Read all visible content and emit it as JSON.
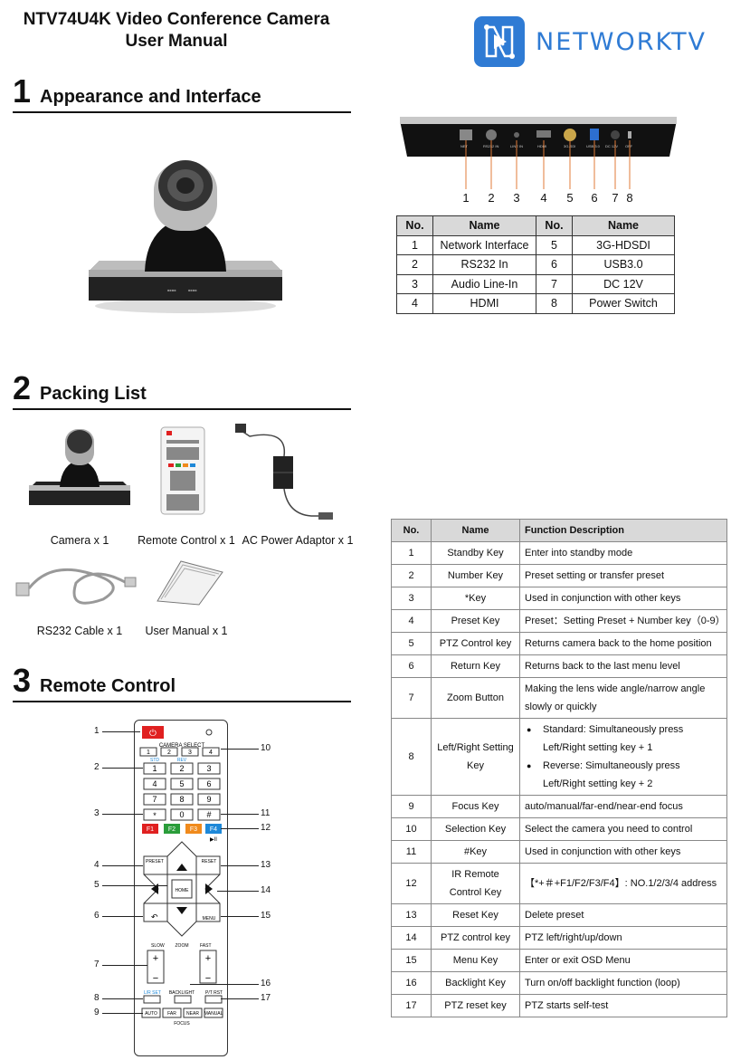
{
  "header": {
    "title_line1": "NTV74U4K Video Conference Camera",
    "title_line2": "User Manual",
    "logo_text": "NETWORKTV"
  },
  "sections": {
    "s1": {
      "num": "1",
      "title": "Appearance and Interface"
    },
    "s2": {
      "num": "2",
      "title": "Packing List"
    },
    "s3": {
      "num": "3",
      "title": "Remote Control"
    }
  },
  "rear_panel": {
    "port_labels": [
      "NET",
      "RS232 IN",
      "LINE IN",
      "HDMI",
      "3G-SDI",
      "USB 3.0",
      "DC 12V",
      "OFF"
    ],
    "callouts": [
      "1",
      "2",
      "3",
      "4",
      "5",
      "6",
      "7",
      "8"
    ]
  },
  "interface_table": {
    "headers": [
      "No.",
      "Name",
      "No.",
      "Name"
    ],
    "rows": [
      [
        "1",
        "Network Interface",
        "5",
        "3G-HDSDI"
      ],
      [
        "2",
        "RS232 In",
        "6",
        "USB3.0"
      ],
      [
        "3",
        "Audio Line-In",
        "7",
        "DC 12V"
      ],
      [
        "4",
        "HDMI",
        "8",
        "Power Switch"
      ]
    ]
  },
  "packing": {
    "camera": "Camera x 1",
    "remote": "Remote Control x 1",
    "adaptor": "AC Power Adaptor x 1",
    "cable": "RS232 Cable x 1",
    "manual": "User Manual x 1"
  },
  "function_table": {
    "headers": [
      "No.",
      "Name",
      "Function Description"
    ],
    "rows": [
      {
        "no": "1",
        "name": "Standby Key",
        "desc": "Enter into standby mode"
      },
      {
        "no": "2",
        "name": "Number Key",
        "desc": "Preset setting or transfer preset"
      },
      {
        "no": "3",
        "name": "*Key",
        "desc": "Used in conjunction with other keys"
      },
      {
        "no": "4",
        "name": "Preset Key",
        "desc": "Preset：Setting Preset + Number key（0-9）"
      },
      {
        "no": "5",
        "name": "PTZ Control key",
        "desc": "Returns camera back to the home position"
      },
      {
        "no": "6",
        "name": "Return Key",
        "desc": "Returns back to the last menu level"
      },
      {
        "no": "7",
        "name": "Zoom Button",
        "desc": "Making the lens wide angle/narrow angle slowly or quickly"
      },
      {
        "no": "8",
        "name": "Left/Right Setting Key",
        "bullets": [
          "Standard: Simultaneously press Left/Right setting key + 1",
          "Reverse: Simultaneously press Left/Right setting key + 2"
        ]
      },
      {
        "no": "9",
        "name": "Focus Key",
        "desc": "auto/manual/far-end/near-end focus"
      },
      {
        "no": "10",
        "name": "Selection Key",
        "desc": "Select the camera you need to control"
      },
      {
        "no": "11",
        "name": "#Key",
        "desc": "Used in conjunction with other keys"
      },
      {
        "no": "12",
        "name": "IR Remote Control Key",
        "desc": "【*+＃+F1/F2/F3/F4】: NO.1/2/3/4 address"
      },
      {
        "no": "13",
        "name": "Reset Key",
        "desc": "Delete preset"
      },
      {
        "no": "14",
        "name": "PTZ control key",
        "desc": "PTZ left/right/up/down"
      },
      {
        "no": "15",
        "name": "Menu Key",
        "desc": "Enter or exit OSD Menu"
      },
      {
        "no": "16",
        "name": "Backlight Key",
        "desc": "Turn on/off backlight function (loop)"
      },
      {
        "no": "17",
        "name": "PTZ reset key",
        "desc": "PTZ starts self-test"
      }
    ]
  },
  "remote": {
    "camera_select": "CAMERA SELECT",
    "std": "STD",
    "rev": "REV",
    "cam_keys": [
      "1",
      "2",
      "3",
      "4"
    ],
    "num_keys": [
      "1",
      "2",
      "3",
      "4",
      "5",
      "6",
      "7",
      "8",
      "9",
      "*",
      "0",
      "#"
    ],
    "f_keys": [
      "F1",
      "F2",
      "F3",
      "F4"
    ],
    "preset": "PRESET",
    "reset": "RESET",
    "home": "HOME",
    "menu": "MENU",
    "slow": "SLOW",
    "zoom": "ZOOM",
    "fast": "FAST",
    "lr_set": "L/R SET",
    "backlight": "BACKLIGHT",
    "pt_rst": "P/T RST",
    "auto": "AUTO",
    "far": "FAR",
    "near": "NEAR",
    "manual": "MANUAL",
    "focus": "FOCUS",
    "callouts_left": [
      "1",
      "2",
      "3",
      "4",
      "5",
      "6",
      "7",
      "8",
      "9"
    ],
    "callouts_right": [
      "10",
      "11",
      "12",
      "13",
      "14",
      "15",
      "16",
      "17"
    ]
  },
  "colors": {
    "accent": "#2f7bd4",
    "red_key": "#e02020",
    "green_key": "#2a9d3a",
    "orange_key": "#f08a1c",
    "blue_key": "#1e88d8",
    "callout_orange": "#e07b39"
  }
}
